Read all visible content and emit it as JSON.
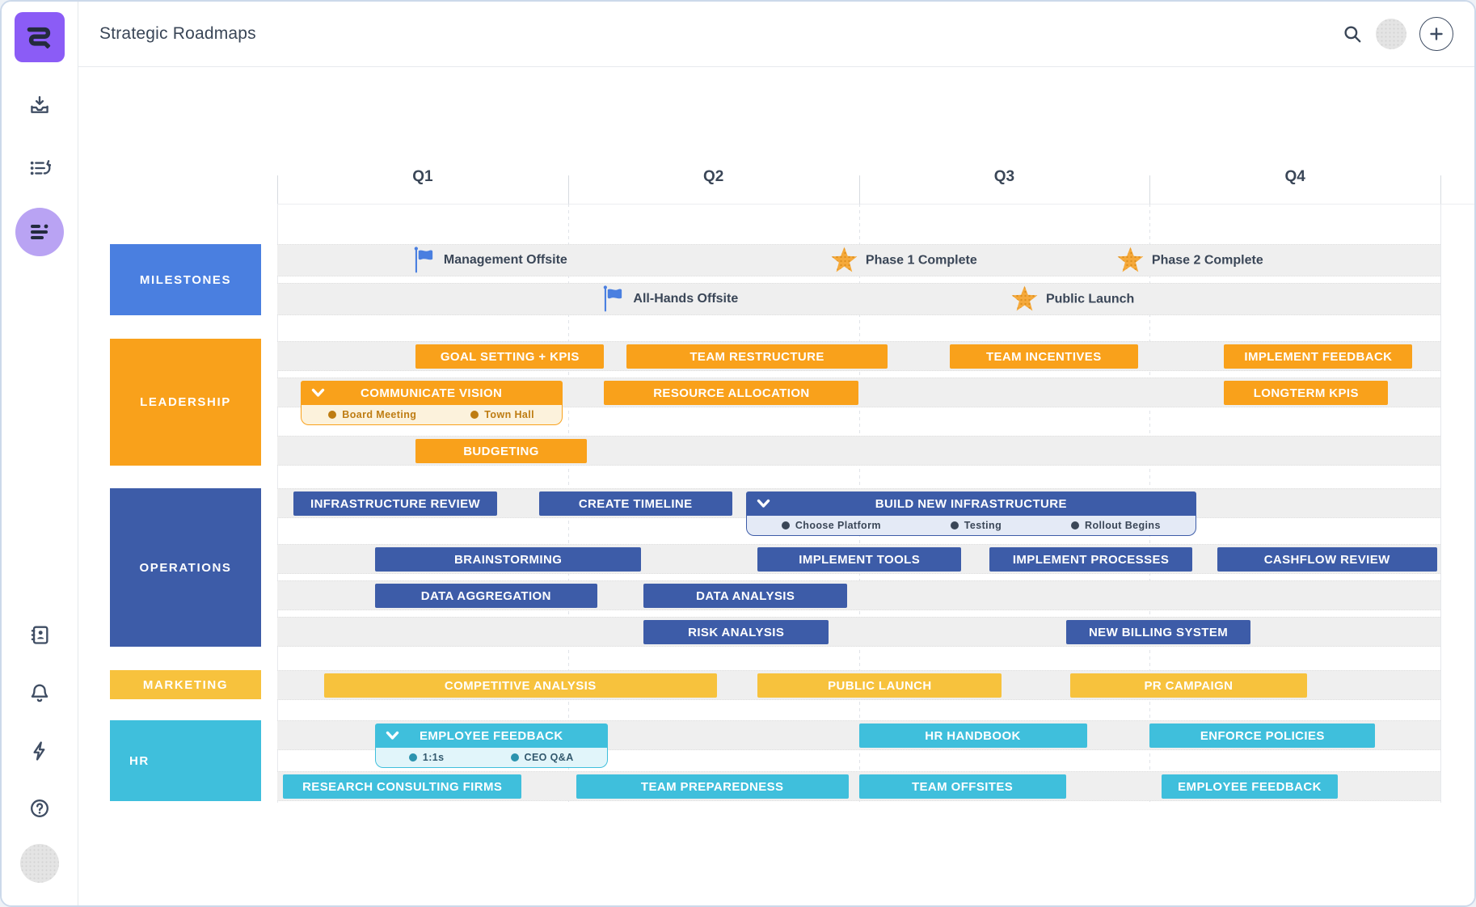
{
  "header": {
    "title": "Strategic Roadmaps",
    "actions": [
      {
        "name": "search-icon"
      },
      {
        "name": "user-avatar"
      },
      {
        "name": "add-button",
        "glyph": "+"
      }
    ]
  },
  "sidebar": {
    "logo": "roadmunk-logo",
    "top_icons": [
      {
        "name": "import-inbox-icon",
        "active": false
      },
      {
        "name": "list-history-icon",
        "active": false
      },
      {
        "name": "roadmap-icon",
        "active": true
      }
    ],
    "bottom_icons": [
      {
        "name": "contacts-icon"
      },
      {
        "name": "notifications-bell-icon"
      },
      {
        "name": "activity-bolt-icon"
      },
      {
        "name": "help-icon"
      },
      {
        "name": "user-avatar-placeholder"
      }
    ]
  },
  "timeline": {
    "quarters": [
      "Q1",
      "Q2",
      "Q3",
      "Q4"
    ]
  },
  "colors": {
    "accent_purple": "#8B5CF6",
    "active_circle": "#B9A3F3",
    "icon": "#3F4D63",
    "text_dark": "#3A4657",
    "milestone_blue": "#4A7FE0",
    "star_orange": "#F5A93B",
    "stripe_gray": "#EFEFEF"
  },
  "milestones": {
    "label": "MILESTONES",
    "color": "#4A7FE0",
    "rows": [
      {
        "items": [
          {
            "icon": "flag-icon",
            "x": 12.5,
            "label": "Management Offsite"
          },
          {
            "icon": "star-icon",
            "x": 48.5,
            "label": "Phase 1 Complete"
          },
          {
            "icon": "star-icon",
            "x": 73.1,
            "label": "Phase 2 Complete"
          }
        ]
      },
      {
        "items": [
          {
            "icon": "flag-icon",
            "x": 28.8,
            "label": "All-Hands Offsite"
          },
          {
            "icon": "star-icon",
            "x": 64.0,
            "label": "Public Launch"
          }
        ]
      }
    ]
  },
  "sections": [
    {
      "label": "LEADERSHIP",
      "colors": {
        "bar": "#F9A11B",
        "sub_bg": "#FCF2DC",
        "sub_border": "#F9A11B",
        "dot": "#BE7C12",
        "sub_text": "#BE7C12"
      },
      "rows": [
        {
          "bars": [
            {
              "label": "GOAL SETTING + KPIS",
              "left": 11.9,
              "width": 16.2
            },
            {
              "label": "TEAM RESTRUCTURE",
              "left": 30.0,
              "width": 22.5
            },
            {
              "label": "TEAM INCENTIVES",
              "left": 57.8,
              "width": 16.2
            },
            {
              "label": "IMPLEMENT FEEDBACK",
              "left": 81.4,
              "width": 16.2
            }
          ]
        },
        {
          "bars": [
            {
              "label": "COMMUNICATE VISION",
              "left": 2.0,
              "width": 22.5,
              "children": [
                {
                  "label": "Board Meeting"
                },
                {
                  "label": "Town Hall"
                }
              ]
            },
            {
              "label": "RESOURCE ALLOCATION",
              "left": 28.1,
              "width": 21.9
            },
            {
              "label": "LONGTERM KPIS",
              "left": 81.4,
              "width": 14.1
            }
          ]
        },
        {
          "bars": [
            {
              "label": "BUDGETING",
              "left": 11.9,
              "width": 14.7
            }
          ]
        }
      ]
    },
    {
      "label": "OPERATIONS",
      "colors": {
        "bar": "#3D5CA8",
        "sub_bg": "#E4EAF6",
        "sub_border": "#3D5CA8",
        "dot": "#3A4657",
        "sub_text": "#3A4657"
      },
      "rows": [
        {
          "bars": [
            {
              "label": "INFRASTRUCTURE REVIEW",
              "left": 1.4,
              "width": 17.5
            },
            {
              "label": "CREATE TIMELINE",
              "left": 22.5,
              "width": 16.6
            },
            {
              "label": "BUILD NEW INFRASTRUCTURE",
              "left": 40.3,
              "width": 38.7,
              "children": [
                {
                  "label": "Choose Platform"
                },
                {
                  "label": "Testing"
                },
                {
                  "label": "Rollout Begins"
                }
              ]
            }
          ]
        },
        {
          "bars": [
            {
              "label": "BRAINSTORMING",
              "left": 8.4,
              "width": 22.9
            },
            {
              "label": "IMPLEMENT TOOLS",
              "left": 41.3,
              "width": 17.5
            },
            {
              "label": "IMPLEMENT PROCESSES",
              "left": 61.2,
              "width": 17.5
            },
            {
              "label": "CASHFLOW REVIEW",
              "left": 80.8,
              "width": 18.9
            }
          ]
        },
        {
          "bars": [
            {
              "label": "DATA AGGREGATION",
              "left": 8.4,
              "width": 19.1
            },
            {
              "label": "DATA ANALYSIS",
              "left": 31.5,
              "width": 17.5
            }
          ]
        },
        {
          "bars": [
            {
              "label": "RISK ANALYSIS",
              "left": 31.5,
              "width": 15.9
            },
            {
              "label": "NEW BILLING SYSTEM",
              "left": 67.8,
              "width": 15.9
            }
          ]
        }
      ]
    },
    {
      "label": "MARKETING",
      "colors": {
        "bar": "#F7C23D",
        "sub_bg": "#FCF2DC",
        "sub_border": "#F7C23D",
        "dot": "#BE7C12",
        "sub_text": "#BE7C12"
      },
      "rows": [
        {
          "bars": [
            {
              "label": "COMPETITIVE ANALYSIS",
              "left": 4.0,
              "width": 33.8
            },
            {
              "label": "PUBLIC LAUNCH",
              "left": 41.3,
              "width": 21.0
            },
            {
              "label": "PR CAMPAIGN",
              "left": 68.2,
              "width": 20.3
            }
          ]
        }
      ]
    },
    {
      "label": "HR",
      "label_align": "left",
      "colors": {
        "bar": "#3FBFDC",
        "sub_bg": "#E1F5FA",
        "sub_border": "#3FBFDC",
        "dot": "#2B93AE",
        "sub_text": "#33596E"
      },
      "rows": [
        {
          "bars": [
            {
              "label": "EMPLOYEE FEEDBACK",
              "left": 8.4,
              "width": 20.0,
              "children": [
                {
                  "label": "1:1s"
                },
                {
                  "label": "CEO Q&A"
                }
              ]
            },
            {
              "label": "HR HANDBOOK",
              "left": 50.0,
              "width": 19.6
            },
            {
              "label": "ENFORCE POLICIES",
              "left": 75.0,
              "width": 19.4
            }
          ]
        },
        {
          "bars": [
            {
              "label": "RESEARCH CONSULTING FIRMS",
              "left": 0.5,
              "width": 20.5
            },
            {
              "label": "TEAM PREPAREDNESS",
              "left": 25.7,
              "width": 23.4
            },
            {
              "label": "TEAM OFFSITES",
              "left": 50.0,
              "width": 17.8
            },
            {
              "label": "EMPLOYEE FEEDBACK",
              "left": 76.0,
              "width": 15.2
            }
          ]
        }
      ]
    }
  ]
}
